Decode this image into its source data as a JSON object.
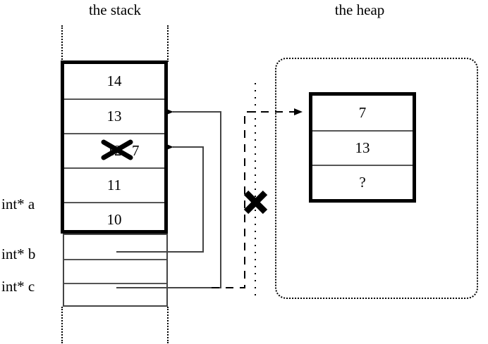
{
  "diagram": {
    "stack": {
      "title": "the stack",
      "frame_cells": [
        {
          "value": "14"
        },
        {
          "value": "13"
        },
        {
          "value": "12",
          "struck": true,
          "new_value": "7"
        },
        {
          "value": "11"
        },
        {
          "value": "10"
        }
      ],
      "pointer_cells": [
        {
          "label": "int* a",
          "value": ""
        },
        {
          "label": "int* b",
          "value": ""
        },
        {
          "label": "int* c",
          "value": ""
        }
      ]
    },
    "heap": {
      "title": "the heap",
      "block_cells": [
        {
          "value": "7"
        },
        {
          "value": "13"
        },
        {
          "value": "?"
        }
      ]
    },
    "annotations": {
      "struck_value_marker": "x-cross-icon",
      "broken_pointer_marker": "x-cross-icon"
    },
    "colors": {
      "stroke": "#000000",
      "thin_stroke": "#444444",
      "background": "#ffffff"
    }
  }
}
